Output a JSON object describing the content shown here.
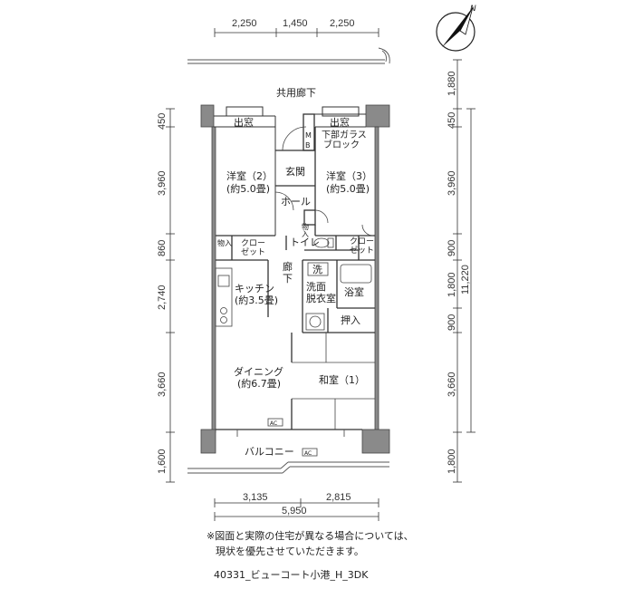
{
  "dimensions": {
    "top": [
      "2,250",
      "1,450",
      "2,250"
    ],
    "bottom_parts": [
      "3,135",
      "2,815"
    ],
    "bottom_total": "5,950",
    "left": [
      "450",
      "3,960",
      "860",
      "2,740",
      "3,660",
      "1,600"
    ],
    "right": [
      "1,880",
      "450",
      "3,960",
      "900",
      "1,800",
      "900",
      "3,660",
      "1,800"
    ],
    "right_total": "11,220"
  },
  "rooms": {
    "corridor": "共用廊下",
    "window_left": "出窓",
    "window_right": "出窓",
    "lower_glass_1": "下部ガラス",
    "lower_glass_2": "ブロック",
    "western2_name": "洋室（2）",
    "western2_size": "(約5.0畳)",
    "western3_name": "洋室（3）",
    "western3_size": "(約5.0畳)",
    "entrance": "玄関",
    "hall": "ホール",
    "storage_small": "物入",
    "storage_left": "物入",
    "closet_left_1": "クロー",
    "closet_left_2": "ゼット",
    "closet_right_1": "クロー",
    "closet_right_2": "ゼット",
    "toilet": "トイレ",
    "hallway_1": "廊",
    "hallway_2": "下",
    "wash": "洗",
    "washroom_1": "洗面",
    "washroom_2": "脱衣室",
    "bath": "浴室",
    "oshiire": "押入",
    "kitchen_name": "キッチン",
    "kitchen_size": "(約3.5畳)",
    "dining_name": "ダイニング",
    "dining_size": "(約6.7畳)",
    "japanese": "和室（1）",
    "balcony": "バルコニー",
    "ac": "AC",
    "mb_m": "M",
    "mb_b": "B"
  },
  "compass": {
    "north_label": "N"
  },
  "note": {
    "line1": "※図面と実際の住宅が異なる場合については、",
    "line2": "現状を優先させていただきます。"
  },
  "property_code": "40331_ビューコート小港_H_3DK",
  "colors": {
    "wall": "#8a8a8a",
    "line": "#333333"
  }
}
